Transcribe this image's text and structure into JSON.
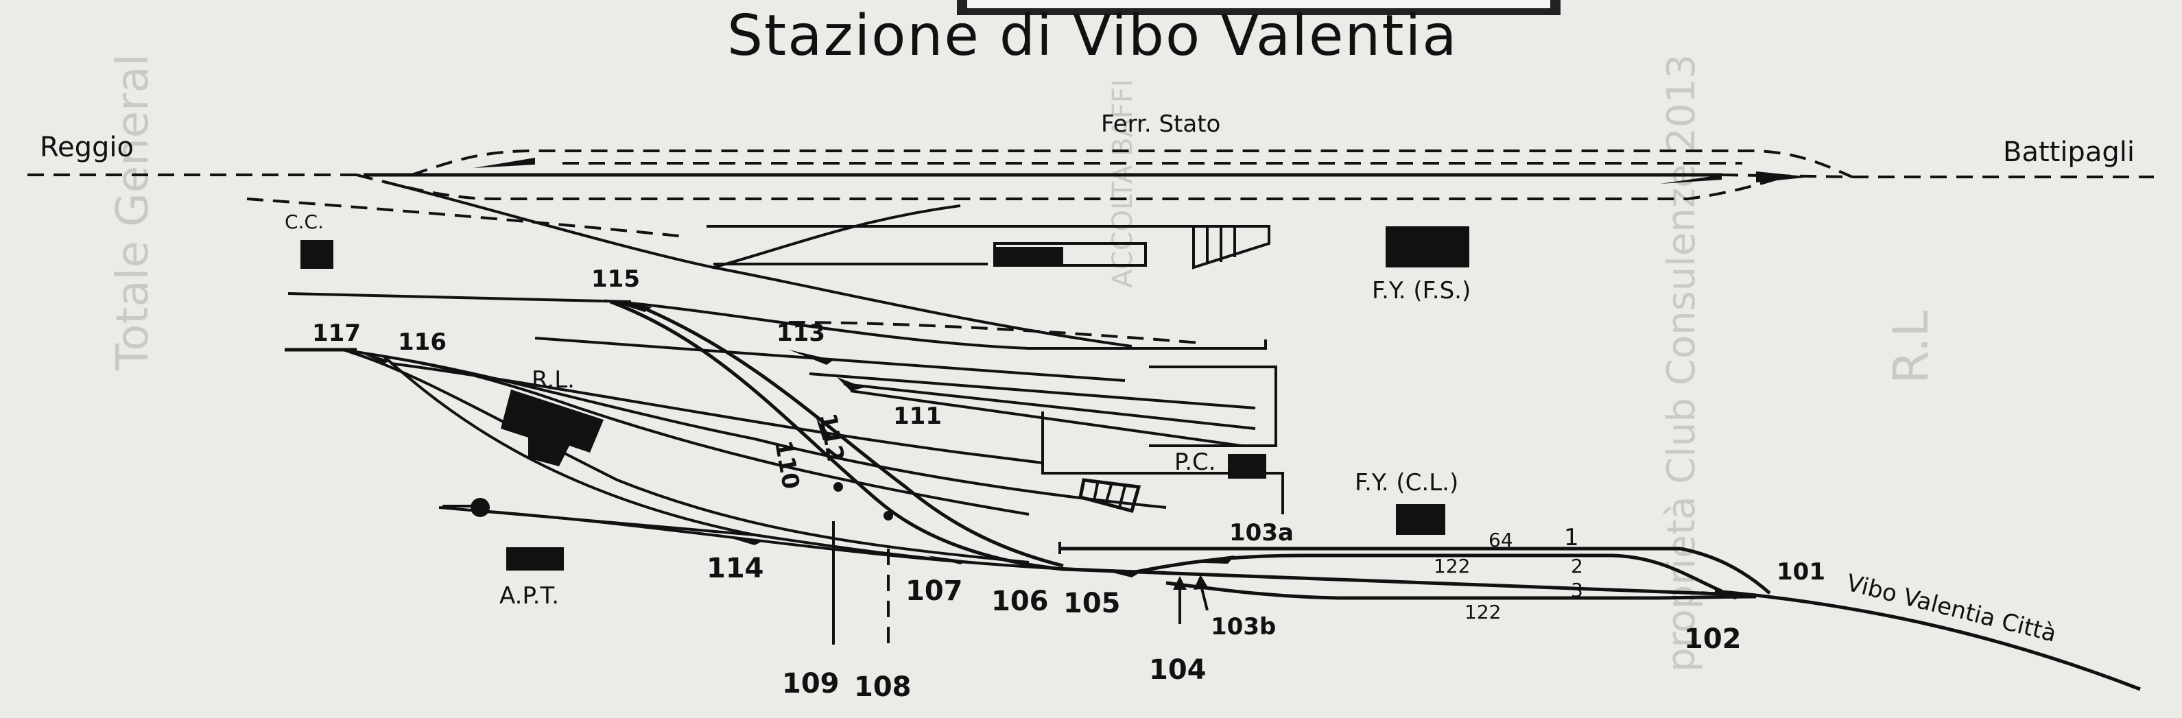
{
  "title": "Stazione di Vibo Valentia",
  "labels": {
    "reggio": "Reggio",
    "battipaglia": "Battipagli",
    "ferr_stato": "Ferr. Stato",
    "cc": "C.C.",
    "fy_fs": "F.Y. (F.S.)",
    "rl": "R.L.",
    "pc": "P.C.",
    "fy_cl": "F.Y. (C.L.)",
    "apt": "A.P.T.",
    "vibo_citta": "Vibo Valentia Città"
  },
  "switches": {
    "s117": "117",
    "s116": "116",
    "s115": "115",
    "s113": "113",
    "s112": "112",
    "s111": "111",
    "s110": "110",
    "s114": "114",
    "s109": "109",
    "s108": "108",
    "s107": "107",
    "s106": "106",
    "s105": "105",
    "s104": "104",
    "s103a": "103a",
    "s103b": "103b",
    "s102": "102",
    "s101": "101"
  },
  "track_numbers": {
    "t1": "1",
    "t2": "2",
    "t3": "3"
  },
  "track_lengths": {
    "l64": "64",
    "l122a": "122",
    "l122b": "122"
  },
  "ghost_text": {
    "g1": "Totale General",
    "g2": "proprietà Club Consulenze 2013",
    "g3": "ACCOLTA BAFFI",
    "g4": "R.L"
  }
}
